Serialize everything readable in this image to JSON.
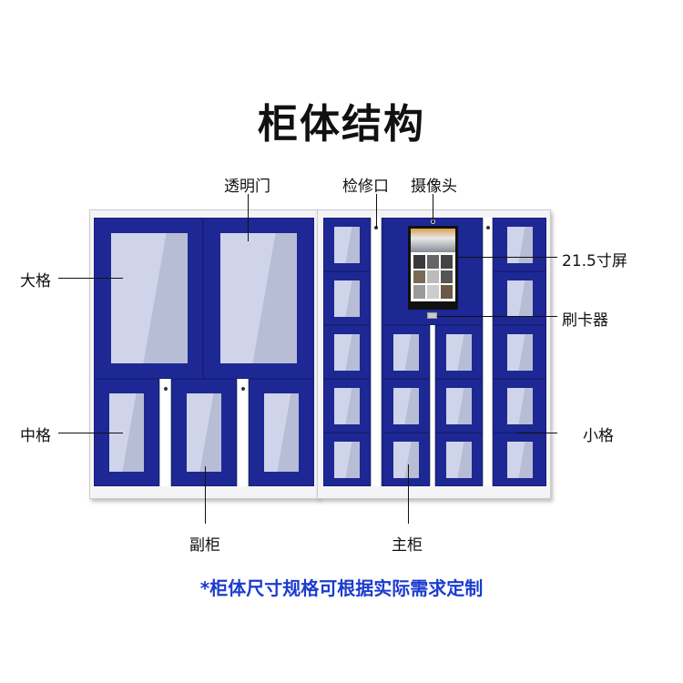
{
  "title": "柜体结构",
  "labels": {
    "transparent_door": "透明门",
    "maintenance_port": "检修口",
    "camera": "摄像头",
    "large_cell": "大格",
    "medium_cell": "中格",
    "screen": "21.5寸屏",
    "card_reader": "刷卡器",
    "small_cell": "小格",
    "sub_cabinet": "副柜",
    "main_cabinet": "主柜"
  },
  "footer_note": "*柜体尺寸规格可根据实际需求定制",
  "colors": {
    "cabinet_blue": "#1d2894",
    "note_blue": "#1b3ccf"
  }
}
